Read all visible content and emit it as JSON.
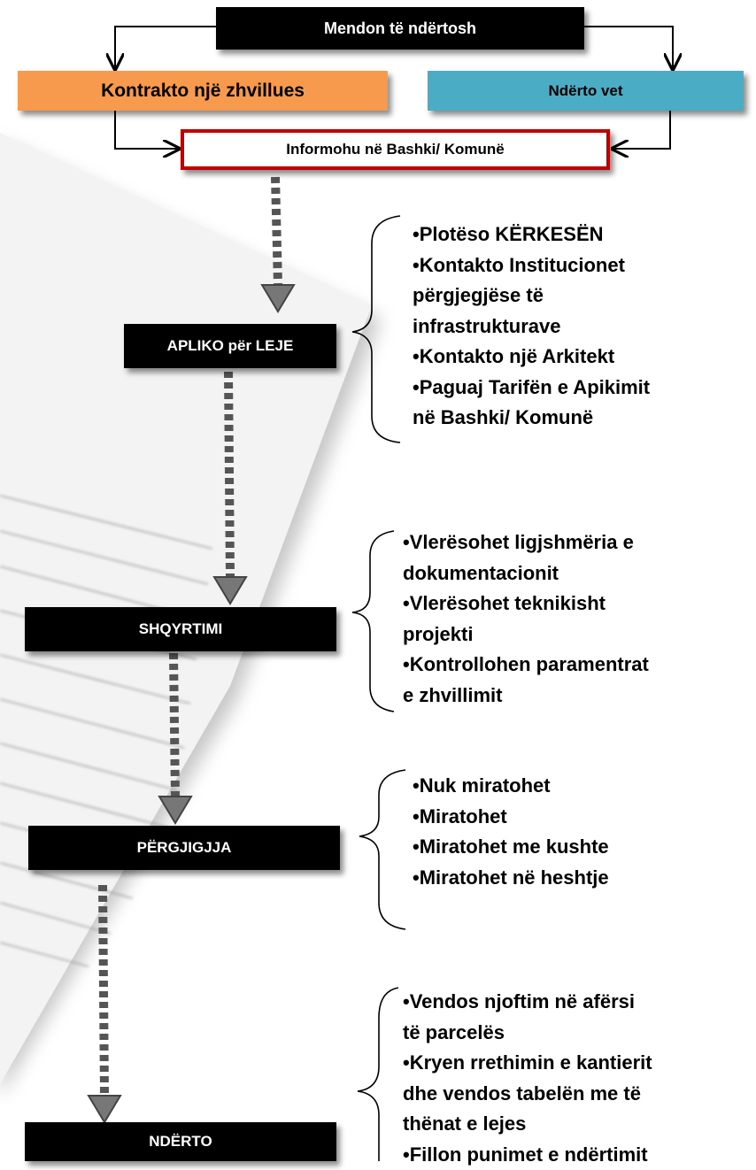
{
  "flow": {
    "start": "Mendon të ndërtosh",
    "option_left": "Kontrakto një zhvillues",
    "option_right": "Ndërto vet",
    "inform": "Informohu në Bashki/ Komunë",
    "step1": "APLIKO për LEJE",
    "step2": "SHQYRTIMI",
    "step3": "PËRGJIGJJA",
    "step4": "NDËRTO"
  },
  "notes": {
    "apply": [
      "•Plotëso KËRKESËN",
      "•Kontakto Institucionet",
      "përgjegjëse të",
      "infrastrukturave",
      "•Kontakto një Arkitekt",
      "•Paguaj Tarifën e Apikimit",
      "në Bashki/ Komunë"
    ],
    "review": [
      "•Vlerësohet ligjshmëria e",
      "dokumentacionit",
      "•Vlerësohet teknikisht",
      "projekti",
      "•Kontrollohen paramentrat",
      "e zhvillimit"
    ],
    "response": [
      "•Nuk miratohet",
      "•Miratohet",
      "•Miratohet me kushte",
      "•Miratohet në heshtje"
    ],
    "build": [
      "•Vendos njoftim në afërsi",
      "të parcelës",
      "•Kryen rrethimin e kantierit",
      "dhe vendos tabelën me të",
      "thënat e lejes",
      "•Fillon punimet e ndërtimit"
    ]
  },
  "colors": {
    "orange_box": "#f79a4e",
    "blue_box": "#4aacc5",
    "inform_border": "#c00000",
    "step_box": "#000000"
  }
}
